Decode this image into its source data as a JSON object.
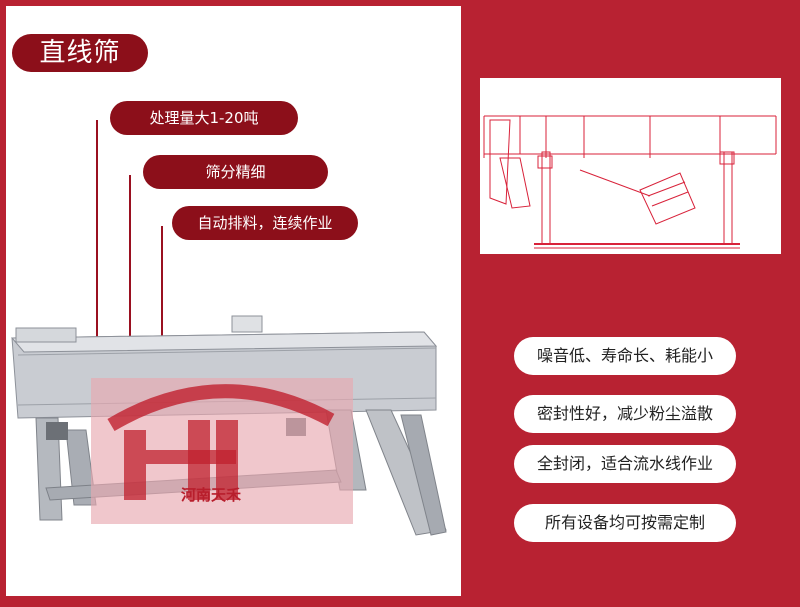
{
  "title": "直线筛",
  "features_left": [
    "处理量大1-20吨",
    "筛分精细",
    "自动排料，连续作业"
  ],
  "features_right": [
    "噪音低、寿命长、耗能小",
    "密封性好，减少粉尘溢散",
    "全封闭，适合流水线作业",
    "所有设备均可按需定制"
  ],
  "watermark": "河南天禾",
  "colors": {
    "brand_red": "#b82232",
    "pill_dark_red": "#8c0f1a"
  }
}
